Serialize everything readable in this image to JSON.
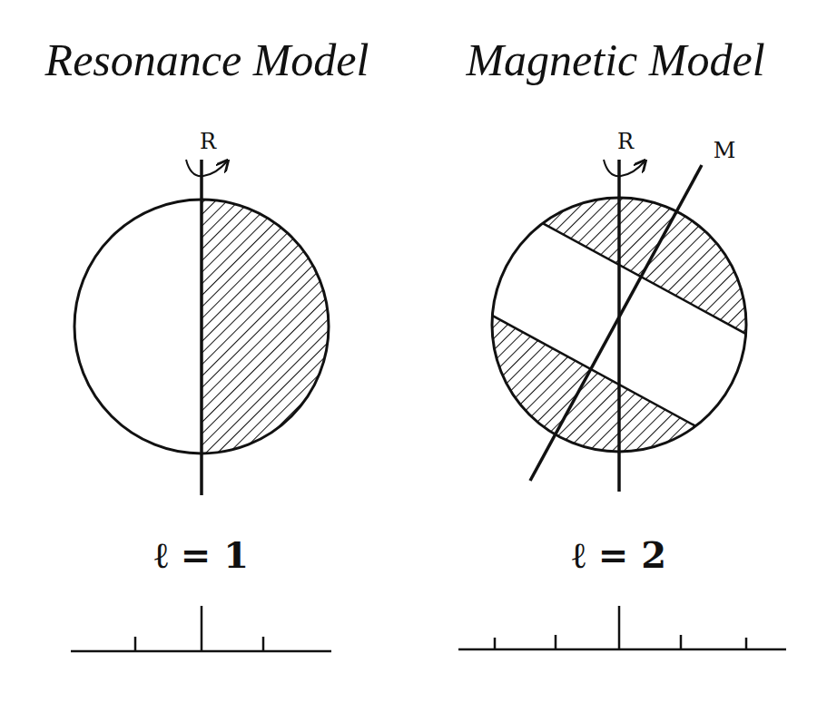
{
  "diagram": {
    "labels": [
      "Resonance Model",
      "Magnetic Model",
      "R",
      "R",
      "M",
      "ℓ = 1",
      "ℓ = 2"
    ]
  }
}
